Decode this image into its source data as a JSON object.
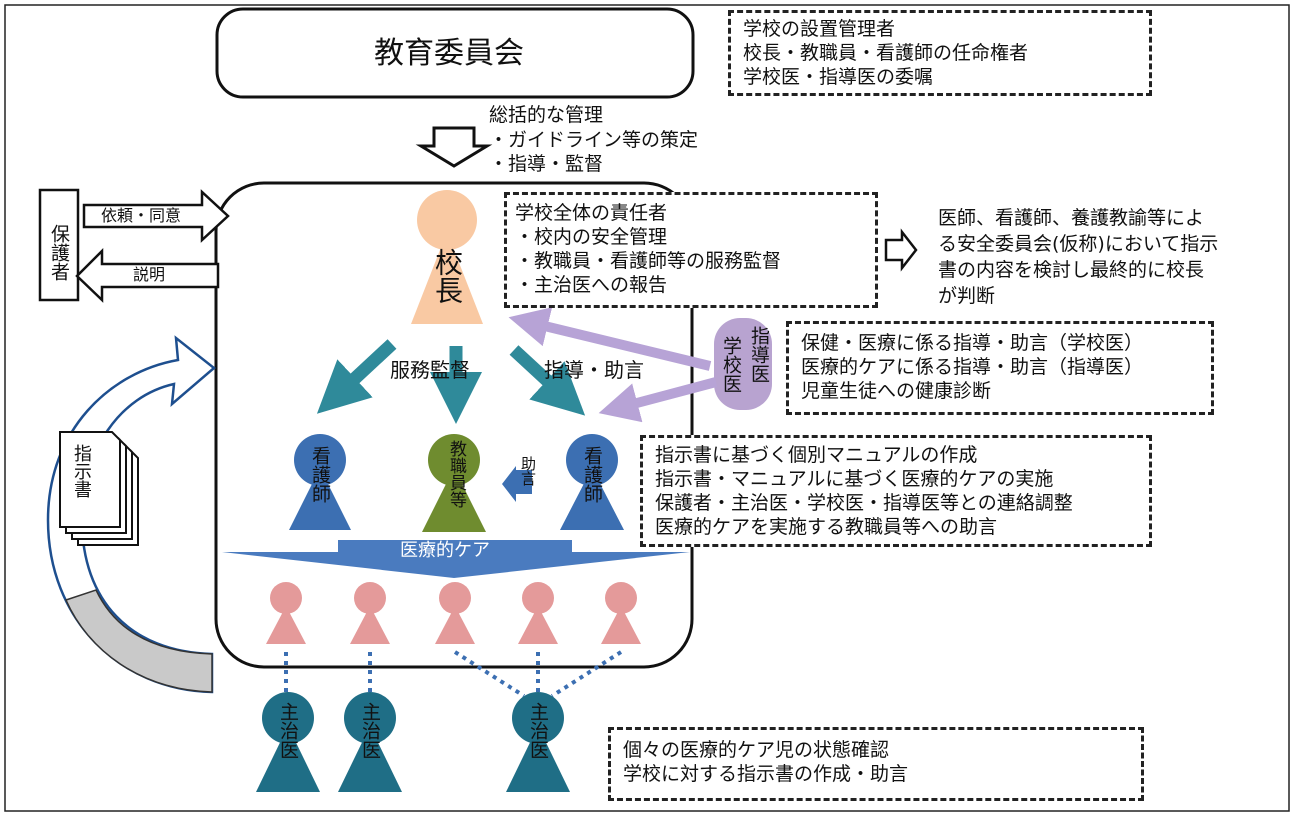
{
  "board": {
    "title": "教育委員会",
    "roles": [
      "学校の設置管理者",
      "校長・教職員・看護師の任命権者",
      "学校医・指導医の委嘱"
    ]
  },
  "oversight": {
    "heading": "総括的な管理",
    "items": [
      "・ガイドライン等の策定",
      "・指導・監督"
    ]
  },
  "guardian": {
    "label": "保護者",
    "request_label": "依頼・同意",
    "explain_label": "説明"
  },
  "principal": {
    "label": "校長",
    "duties": [
      "学校全体の責任者",
      "・校内の安全管理",
      "・教職員・看護師等の服務監督",
      "・主治医への報告"
    ]
  },
  "committee_note": [
    "医師、看護師、養護教諭等によ",
    "る安全委員会(仮称)において指示",
    "書の内容を検討し最終的に校長",
    "が判断"
  ],
  "school_doctors": {
    "left_label": "学校医",
    "right_label": "指導医",
    "duties": [
      "保健・医療に係る指導・助言（学校医）",
      "医療的ケアに係る指導・助言（指導医）",
      "児童生徒への健康診断"
    ]
  },
  "arrows": {
    "supervision_label": "服務監督",
    "guidance_label": "指導・助言",
    "advice_label": "助言"
  },
  "staff": {
    "nurse_left": "看護師",
    "teacher": "教職員等",
    "nurse_right": "看護師",
    "nurse_duties": [
      "指示書に基づく個別マニュアルの作成",
      "指示書・マニュアルに基づく医療的ケアの実施",
      "保護者・主治医・学校医・指導医等との連絡調整",
      "医療的ケアを実施する教職員等への助言"
    ]
  },
  "care_banner": "医療的ケア",
  "instructions": {
    "label": "指示書"
  },
  "attending_physicians": {
    "labels": [
      "主治医",
      "主治医",
      "主治医"
    ],
    "duties": [
      "個々の医療的ケア児の状態確認",
      "学校に対する指示書の作成・助言"
    ]
  },
  "colors": {
    "principal": "#f9c9a3",
    "school_doctor": "#b8a3d0",
    "nurse": "#3c6fb2",
    "teacher": "#6f8c2f",
    "student": "#e49a9a",
    "physician": "#1f6e86",
    "teal_arrow": "#2f8a9a",
    "lilac_arrow": "#b7a3d6",
    "care_banner": "#4a7bbf"
  }
}
